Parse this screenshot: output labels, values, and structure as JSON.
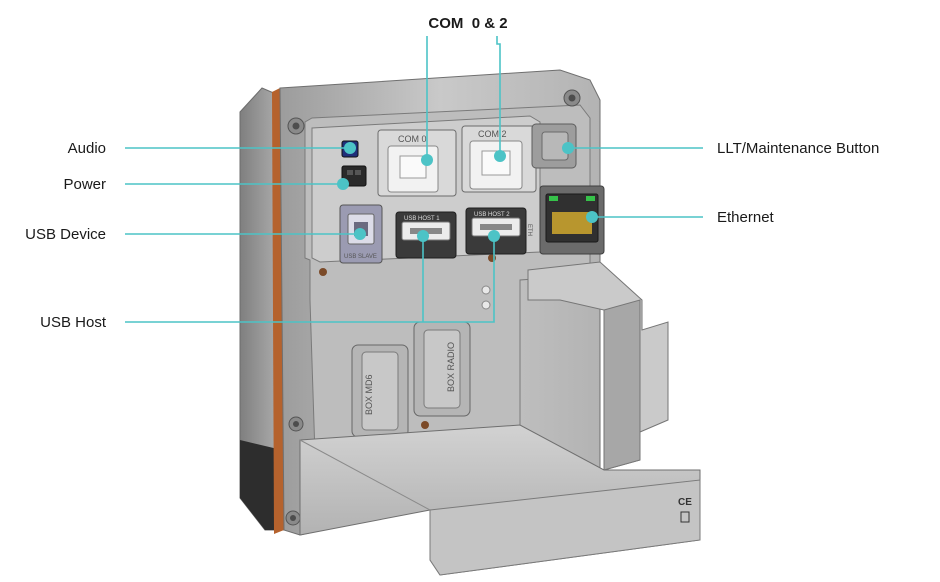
{
  "title": "COM  0 & 2",
  "callouts": {
    "audio": "Audio",
    "power": "Power",
    "usb_device": "USB Device",
    "usb_host": "USB Host",
    "llt_button": "LLT/Maintenance Button",
    "ethernet": "Ethernet"
  },
  "device_print": {
    "com0": "COM 0",
    "com2": "COM 2",
    "usb_host_1": "USB HOST 1",
    "usb_host_2": "USB HOST 2",
    "usb_slave": "USB SLAVE",
    "eth": "ETH",
    "box_md6": "BOX MD6",
    "box_radio": "BOX RADIO",
    "ce_mark": "CE"
  },
  "colors": {
    "accent": "#4cc3c6",
    "housing": "#a9a9a9",
    "panel": "#c4c4c4",
    "seal": "#b5622d",
    "led_green": "#36c24a"
  }
}
